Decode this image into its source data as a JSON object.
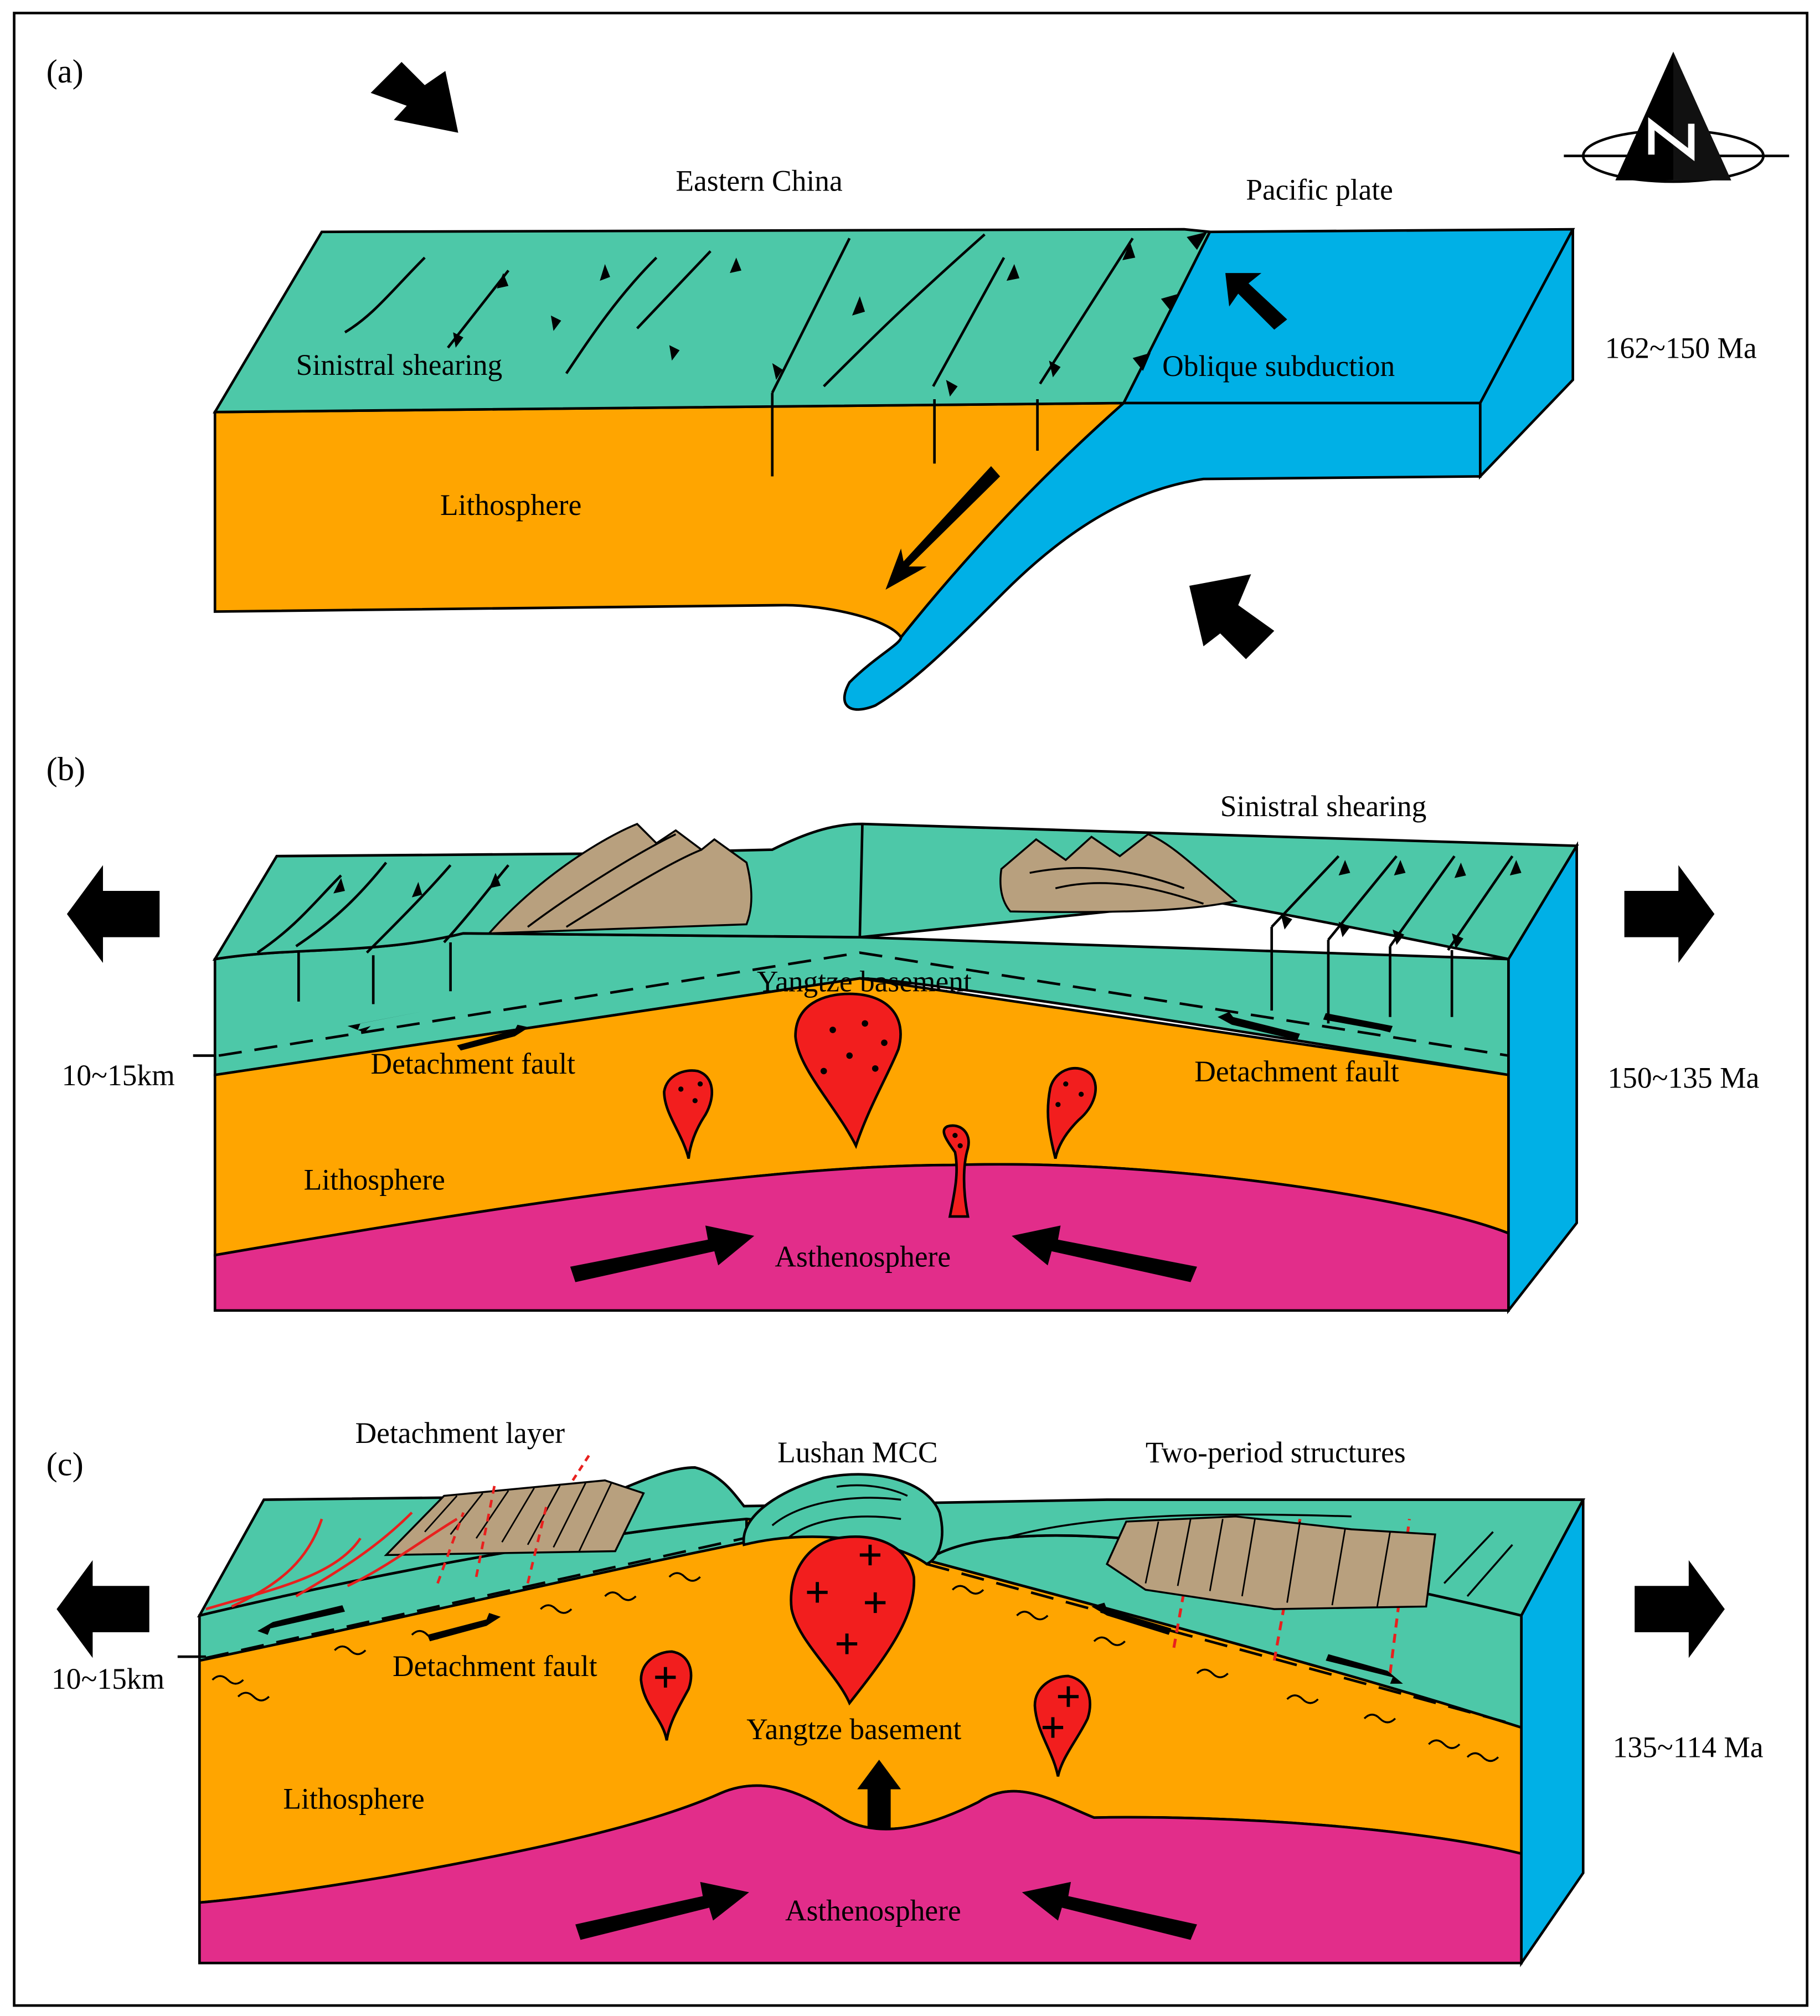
{
  "panels": {
    "a": {
      "label": "(a)",
      "texts": {
        "eastern_china": "Eastern China",
        "pacific_plate": "Pacific plate",
        "sinistral_shearing": "Sinistral shearing",
        "oblique_subduction": "Oblique subduction",
        "lithosphere": "Lithosphere",
        "age": "162~150 Ma"
      }
    },
    "b": {
      "label": "(b)",
      "texts": {
        "sinistral_shearing": "Sinistral shearing",
        "yangtze_basement": "Yangtze basement",
        "depth": "10~15km",
        "detachment_fault_left": "Detachment fault",
        "detachment_fault_right": "Detachment fault",
        "lithosphere": "Lithosphere",
        "asthenosphere": "Asthenosphere",
        "age": "150~135 Ma"
      }
    },
    "c": {
      "label": "(c)",
      "texts": {
        "detachment_layer": "Detachment layer",
        "lushan_mcc": "Lushan MCC",
        "two_period_structures": "Two-period structures",
        "depth": "10~15km",
        "detachment_fault": "Detachment fault",
        "yangtze_basement": "Yangtze basement",
        "lithosphere": "Lithosphere",
        "asthenosphere": "Asthenosphere",
        "age": "135~114 Ma"
      }
    }
  },
  "colors": {
    "crust": "#4DC8A8",
    "lithosphere": "#FFA500",
    "pacific": "#00B0E6",
    "asthenosphere": "#E22D8A",
    "magma": "#F21E1E",
    "sediment": "#B8A07E",
    "arrow": "#000000",
    "fault_red": "#E8201E"
  },
  "icons": [
    "north-arrow-icon",
    "compression-arrow-icon",
    "extension-arrow-icon",
    "upwelling-arrow-icon"
  ]
}
